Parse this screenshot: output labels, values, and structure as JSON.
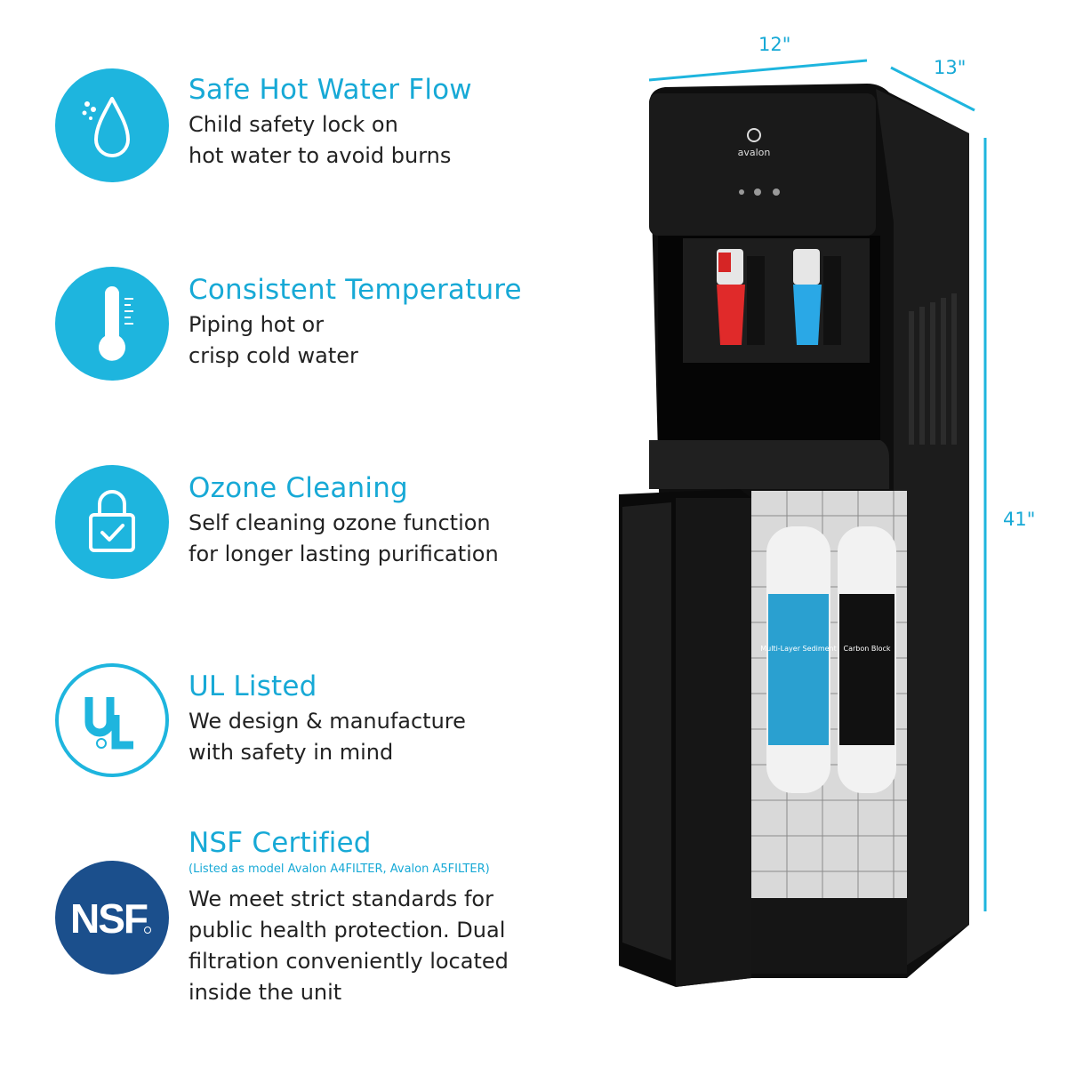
{
  "features": [
    {
      "title": "Safe Hot Water Flow",
      "description": "Child safety lock on\nhot water to avoid burns",
      "icon": "water-drop-icon"
    },
    {
      "title": "Consistent Temperature",
      "description": "Piping hot or\ncrisp cold water",
      "icon": "thermometer-icon"
    },
    {
      "title": "Ozone Cleaning",
      "description": "Self cleaning ozone function\nfor longer lasting purification",
      "icon": "padlock-check-icon"
    },
    {
      "title": "UL Listed",
      "description": "We design & manufacture\nwith safety in mind",
      "icon": "ul-logo-icon"
    },
    {
      "title": "NSF Certified",
      "subtitle": "(Listed as model Avalon A4FILTER, Avalon A5FILTER)",
      "description": "We meet strict standards for\npublic health protection. Dual\nfiltration conveniently located\ninside the unit",
      "icon": "nsf-logo-icon"
    }
  ],
  "logos": {
    "ul": "UL",
    "nsf": "NSF"
  },
  "dimensions": {
    "width": "12\"",
    "depth": "13\"",
    "height": "41\""
  },
  "product": {
    "brand": "avalon",
    "filter1_label": "Multi-Layer\nSediment",
    "filter2_label": "Carbon\nBlock"
  },
  "colors": {
    "accent": "#1eb5de",
    "nsf_blue": "#1b4f8c",
    "body": "#111111"
  }
}
